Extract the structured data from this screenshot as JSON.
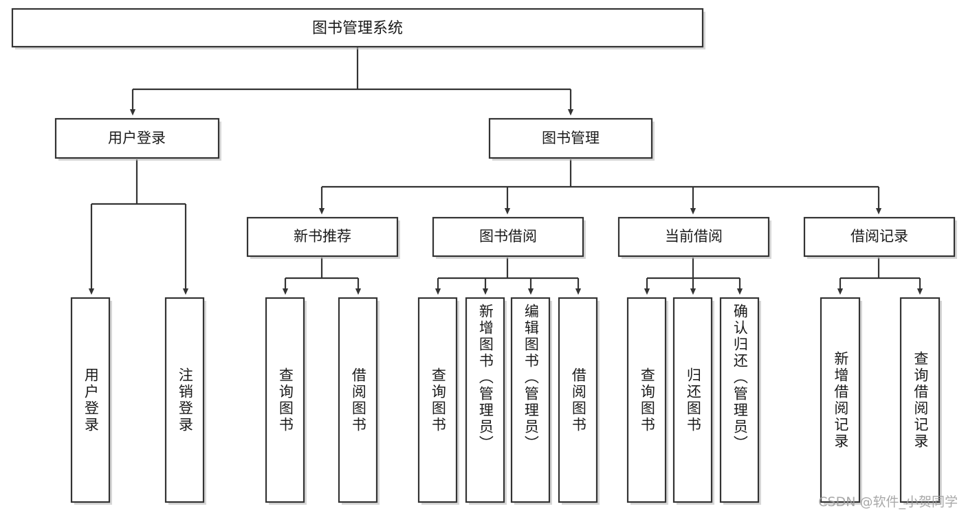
{
  "diagram": {
    "title": "图书管理系统",
    "type": "tree-hierarchy-diagram",
    "colors": {
      "box_stroke": "#333333",
      "box_fill": "#ffffff",
      "background": "#ffffff",
      "shadow": "#b6b6b6",
      "text": "#1a1a1a",
      "watermark": "#9a9a9a"
    },
    "root": {
      "label": "图书管理系统"
    },
    "level2": [
      {
        "label": "用户登录"
      },
      {
        "label": "图书管理"
      }
    ],
    "level3": [
      {
        "label": "新书推荐"
      },
      {
        "label": "图书借阅"
      },
      {
        "label": "当前借阅"
      },
      {
        "label": "借阅记录"
      }
    ],
    "leaves": {
      "user_login": [
        {
          "label": "用户登录"
        },
        {
          "label": "注销登录"
        }
      ],
      "new_book_recommend": [
        {
          "label": "查询图书"
        },
        {
          "label": "借阅图书"
        }
      ],
      "book_borrow": [
        {
          "label": "查询图书"
        },
        {
          "label": "新增图书（管理员）"
        },
        {
          "label": "编辑图书（管理员）"
        },
        {
          "label": "借阅图书"
        }
      ],
      "current_borrow": [
        {
          "label": "查询图书"
        },
        {
          "label": "归还图书"
        },
        {
          "label": "确认归还（管理员）"
        }
      ],
      "borrow_record": [
        {
          "label": "新增借阅记录"
        },
        {
          "label": "查询借阅记录"
        }
      ]
    },
    "watermark": "CSDN @软件_小贺同学"
  }
}
